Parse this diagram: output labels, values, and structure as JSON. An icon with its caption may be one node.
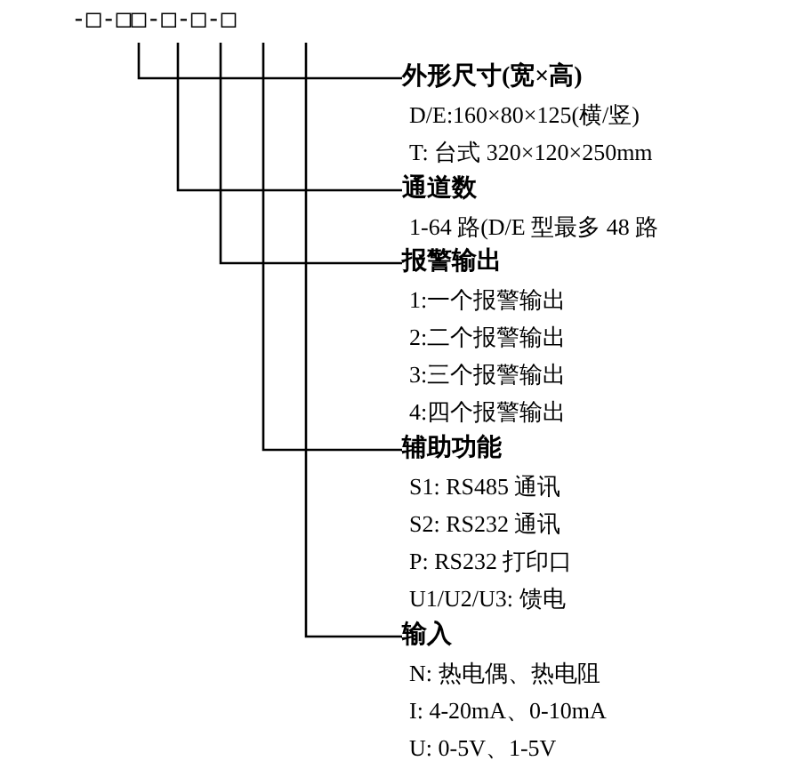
{
  "diagram": {
    "nodes": [
      {
        "text": [
          "-□-□□-□-□-□"
        ]
      },
      {
        "text": [
          "外形尺寸(宽×高)",
          "D/E:160×80×125(横/竖)",
          "T: 台式 320×120×250mm"
        ]
      },
      {
        "text": [
          "通道数",
          "1-64 路(D/E 型最多 48 路"
        ]
      },
      {
        "text": [
          "报警输出",
          "1:一个报警输出",
          "2:二个报警输出",
          "3:三个报警输出",
          "4:四个报警输出"
        ]
      },
      {
        "text": [
          "辅助功能",
          "S1: RS485 通讯",
          "S2: RS232 通讯",
          "P: RS232 打印口",
          "U1/U2/U3: 馈电"
        ]
      },
      {
        "text": [
          "输入",
          "N: 热电偶、热电阻",
          "I: 4-20mA、0-10mA",
          "U: 0-5V、1-5V"
        ]
      }
    ],
    "edges": [
      {
        "from": 0,
        "to": 1,
        "arrow": "none"
      },
      {
        "from": 0,
        "to": 2,
        "arrow": "none"
      },
      {
        "from": 0,
        "to": 3,
        "arrow": "none"
      },
      {
        "from": 0,
        "to": 4,
        "arrow": "none"
      },
      {
        "from": 0,
        "to": 5,
        "arrow": "none"
      }
    ]
  }
}
